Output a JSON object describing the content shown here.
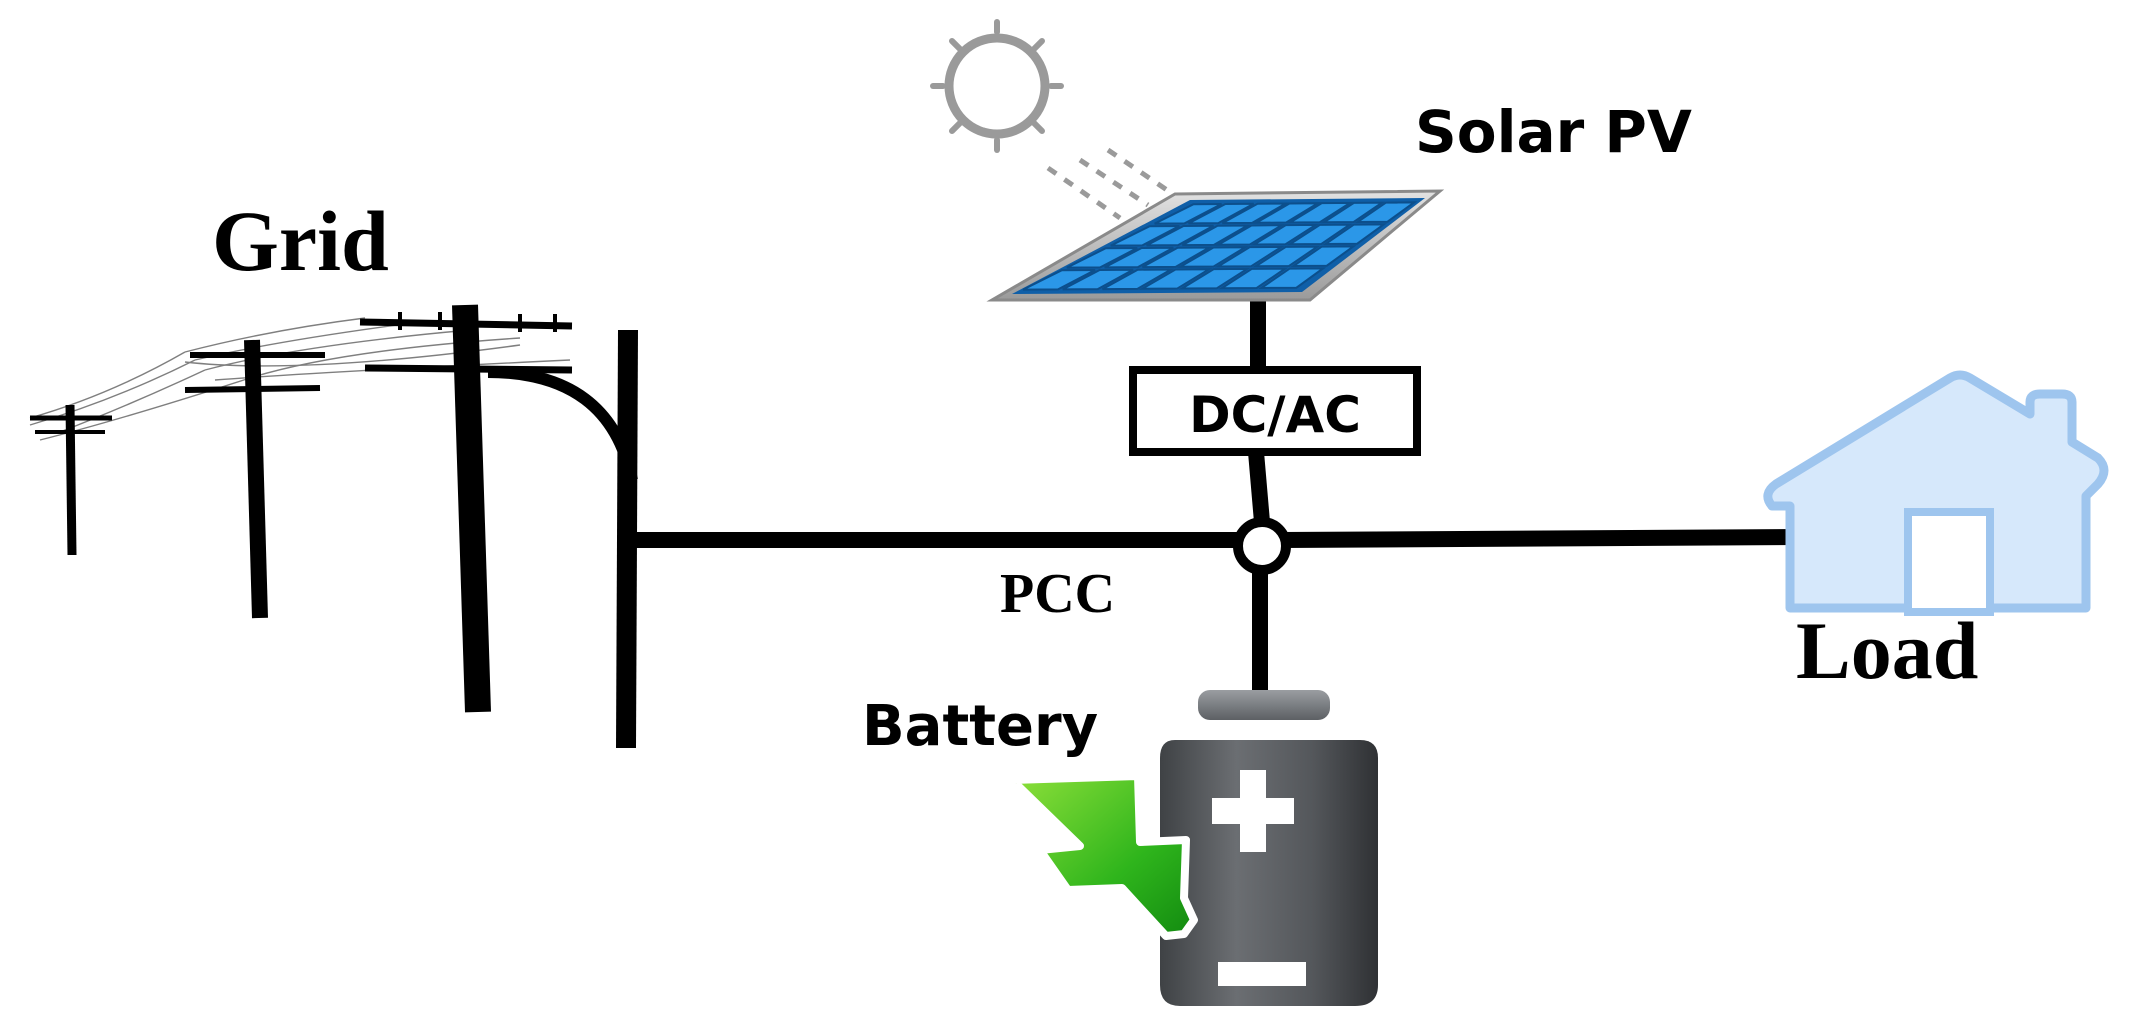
{
  "labels": {
    "grid": "Grid",
    "solar_pv": "Solar PV",
    "converter": "DC/AC",
    "pcc": "PCC",
    "battery": "Battery",
    "load": "Load"
  },
  "icons": {
    "grid": "utility-poles",
    "solar": "solar-panel",
    "sun": "sun",
    "load": "house",
    "battery": "battery",
    "charging": "lightning-bolt"
  },
  "colors": {
    "line": "#000000",
    "panel_blue": "#1e88e5",
    "house_fill": "#d6e8fb",
    "house_stroke": "#9ec5ee",
    "battery_body": "#5b5e62",
    "bolt_green": "#39b81e"
  }
}
